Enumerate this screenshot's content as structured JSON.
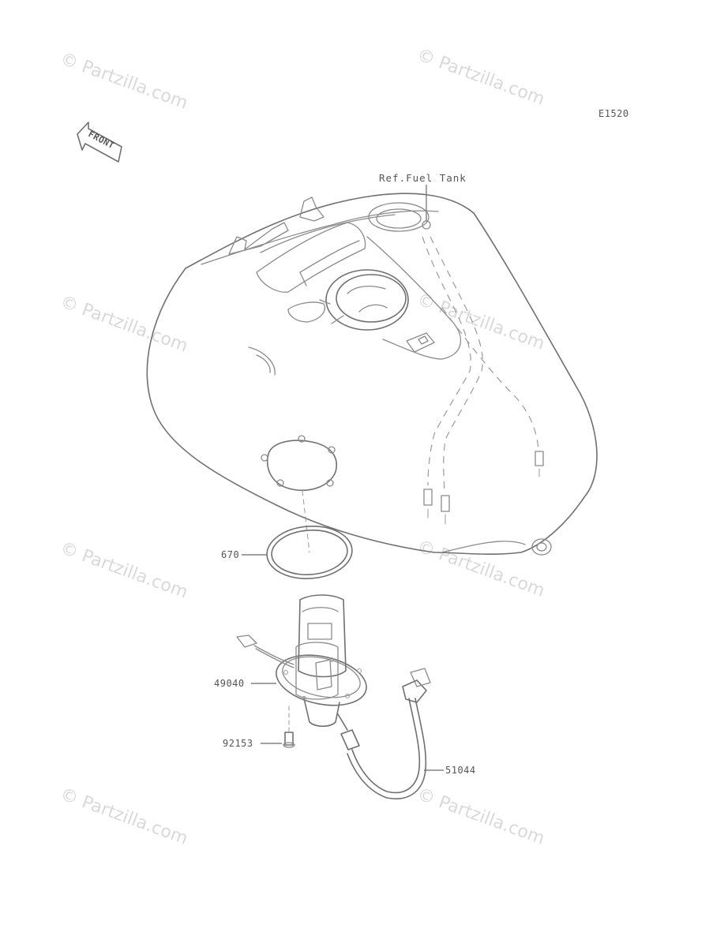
{
  "diagram_code": "E1520",
  "front_label": "FRONT",
  "reference_label": "Ref.Fuel Tank",
  "watermark": "© Partzilla.com",
  "parts": [
    {
      "number": "670"
    },
    {
      "number": "49040"
    },
    {
      "number": "92153"
    },
    {
      "number": "51044"
    }
  ],
  "colors": {
    "line": "#8a8a8a",
    "label": "#555555",
    "watermark": "#d9d9d9"
  }
}
